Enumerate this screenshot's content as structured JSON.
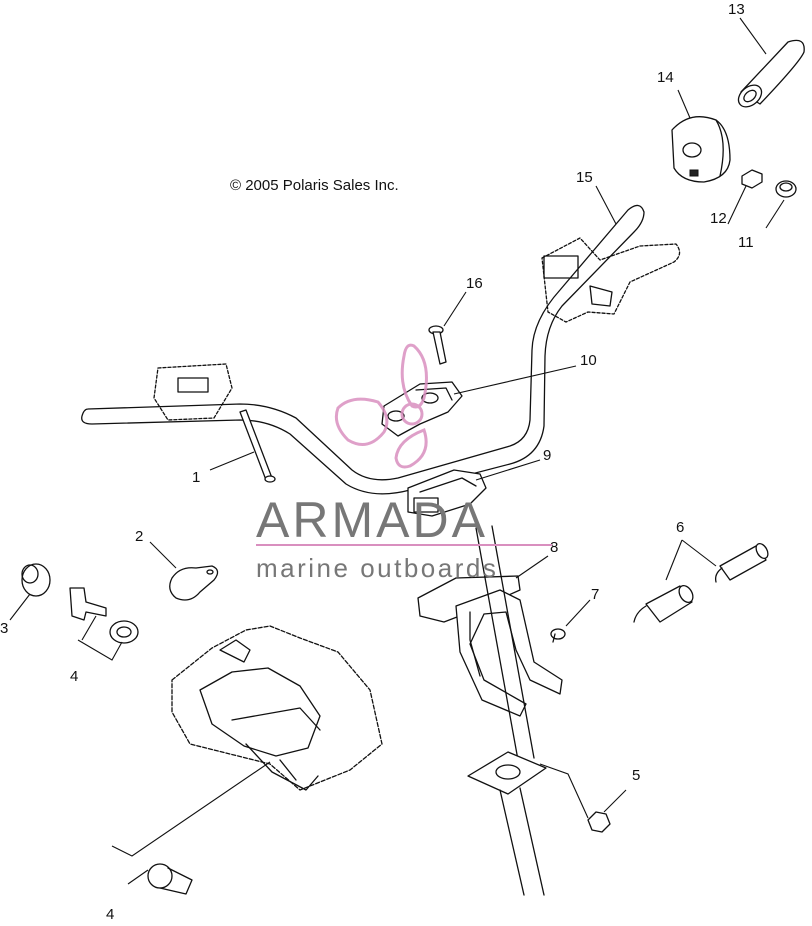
{
  "copyright": "© 2005 Polaris Sales Inc.",
  "watermark": {
    "title": "ARMADA",
    "subtitle": "marine outboards",
    "accent_color": "#d98fbf",
    "text_color": "#777777"
  },
  "callouts": [
    {
      "id": "1",
      "label": "1"
    },
    {
      "id": "2",
      "label": "2"
    },
    {
      "id": "3",
      "label": "3"
    },
    {
      "id": "4a",
      "label": "4"
    },
    {
      "id": "4b",
      "label": "4"
    },
    {
      "id": "5",
      "label": "5"
    },
    {
      "id": "6",
      "label": "6"
    },
    {
      "id": "7",
      "label": "7"
    },
    {
      "id": "8",
      "label": "8"
    },
    {
      "id": "9",
      "label": "9"
    },
    {
      "id": "10",
      "label": "10"
    },
    {
      "id": "11",
      "label": "11"
    },
    {
      "id": "12",
      "label": "12"
    },
    {
      "id": "13",
      "label": "13"
    },
    {
      "id": "14",
      "label": "14"
    },
    {
      "id": "15",
      "label": "15"
    },
    {
      "id": "16",
      "label": "16"
    }
  ]
}
